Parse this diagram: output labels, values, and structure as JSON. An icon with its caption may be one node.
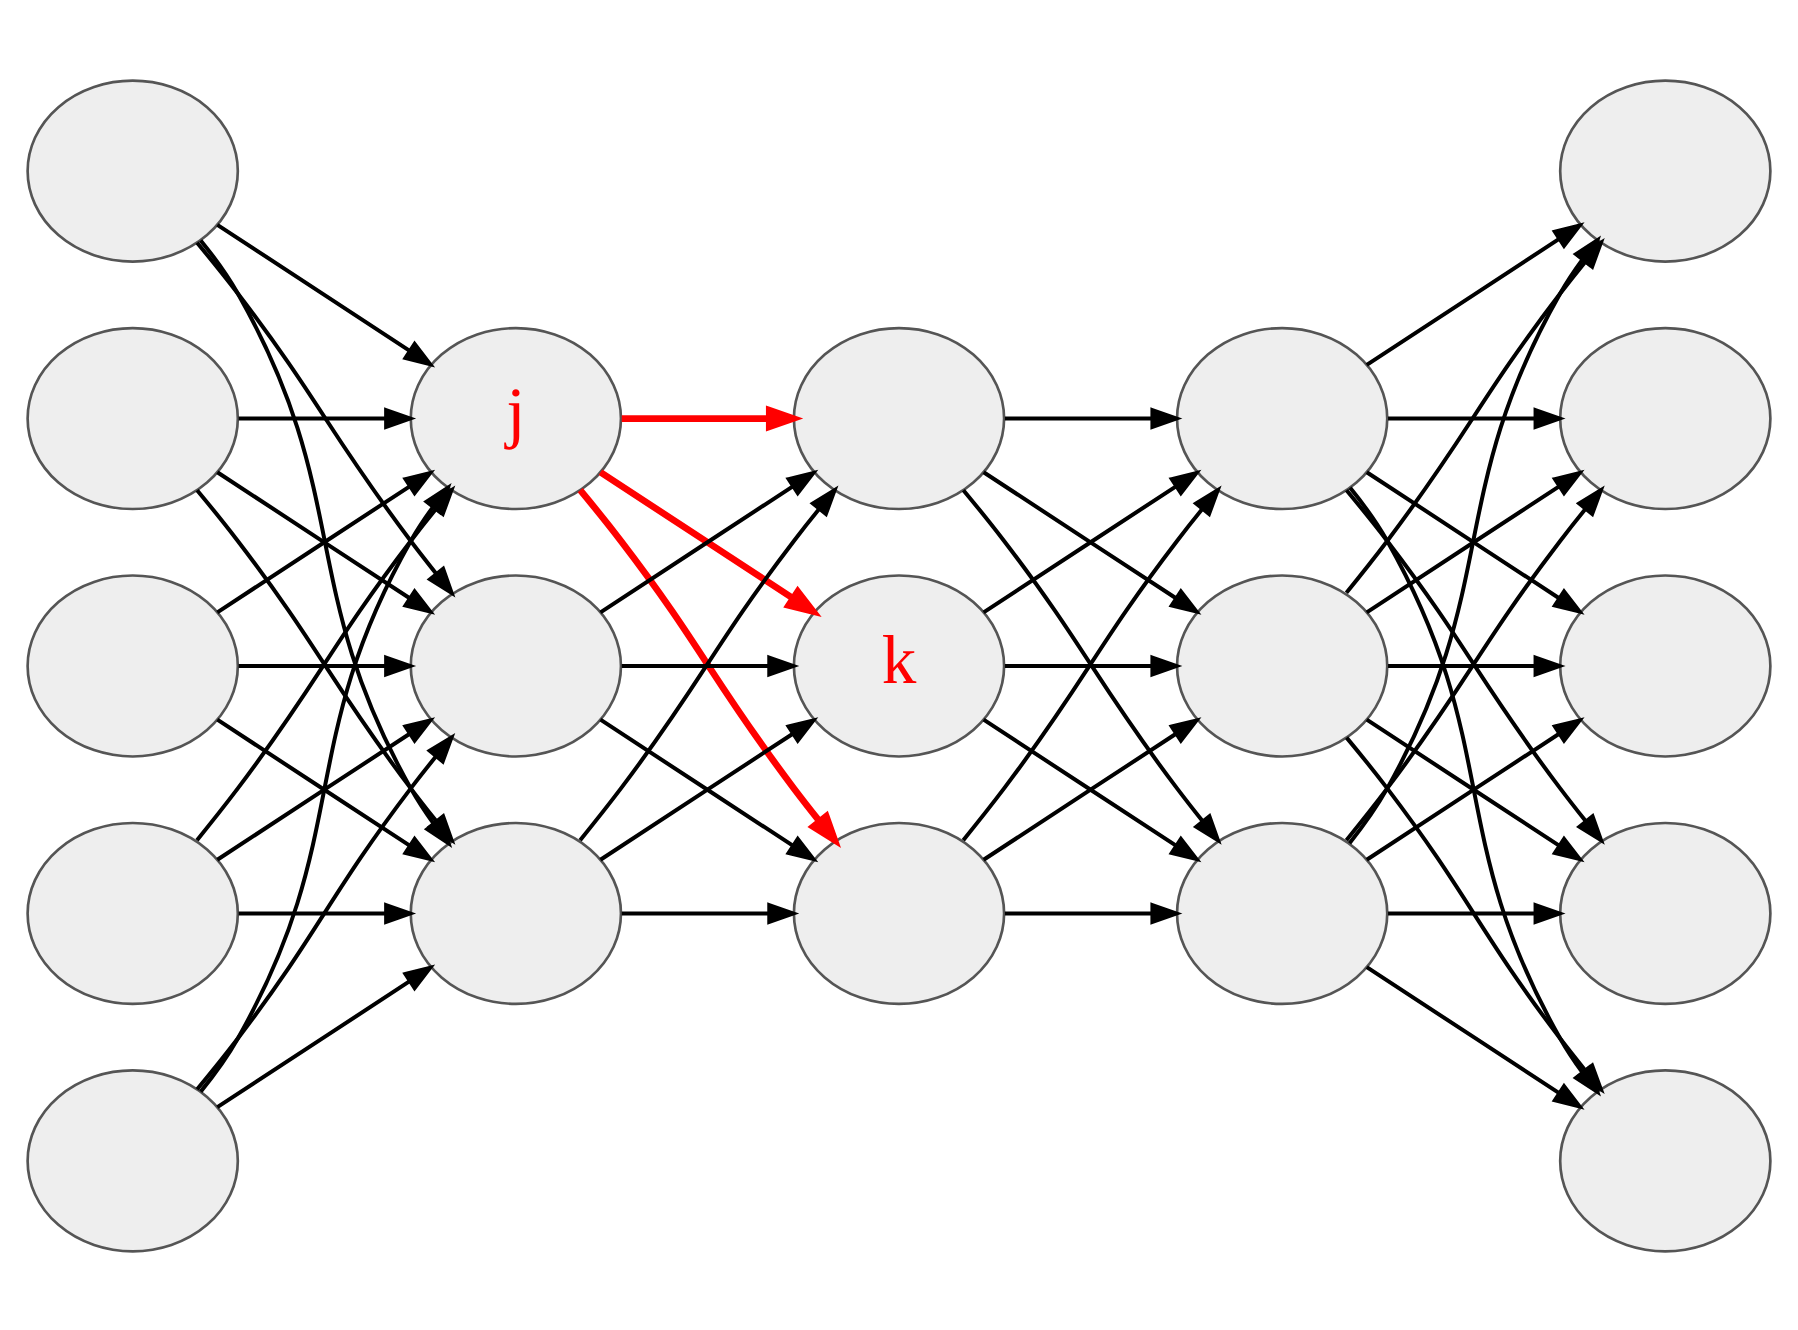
{
  "diagram": {
    "nodes": [
      {
        "text": [],
        "shape": "ellipse"
      },
      {
        "text": [],
        "shape": "ellipse"
      },
      {
        "text": [],
        "shape": "ellipse"
      },
      {
        "text": [],
        "shape": "ellipse"
      },
      {
        "text": [],
        "shape": "ellipse"
      },
      {
        "text": [
          "j"
        ]
      },
      {
        "text": [],
        "shape": "ellipse"
      },
      {
        "text": [],
        "shape": "ellipse"
      },
      {
        "text": [],
        "shape": "ellipse"
      },
      {
        "text": [
          "k"
        ]
      },
      {
        "text": [],
        "shape": "ellipse"
      },
      {
        "text": [],
        "shape": "ellipse"
      },
      {
        "text": [],
        "shape": "ellipse"
      },
      {
        "text": [],
        "shape": "ellipse"
      },
      {
        "text": [],
        "shape": "ellipse"
      },
      {
        "text": [],
        "shape": "ellipse"
      },
      {
        "text": [],
        "shape": "ellipse"
      },
      {
        "text": [],
        "shape": "ellipse"
      },
      {
        "text": [],
        "shape": "ellipse"
      }
    ],
    "edges": [
      {
        "from": 0,
        "to": 5,
        "arrow": "to"
      },
      {
        "from": 0,
        "to": 6,
        "arrow": "to"
      },
      {
        "from": 0,
        "to": 7,
        "arrow": "to"
      },
      {
        "from": 1,
        "to": 5,
        "arrow": "to"
      },
      {
        "from": 1,
        "to": 6,
        "arrow": "to"
      },
      {
        "from": 1,
        "to": 7,
        "arrow": "to"
      },
      {
        "from": 2,
        "to": 5,
        "arrow": "to"
      },
      {
        "from": 2,
        "to": 6,
        "arrow": "to"
      },
      {
        "from": 2,
        "to": 7,
        "arrow": "to"
      },
      {
        "from": 3,
        "to": 5,
        "arrow": "to"
      },
      {
        "from": 3,
        "to": 6,
        "arrow": "to"
      },
      {
        "from": 3,
        "to": 7,
        "arrow": "to"
      },
      {
        "from": 4,
        "to": 5,
        "arrow": "to"
      },
      {
        "from": 4,
        "to": 6,
        "arrow": "to"
      },
      {
        "from": 4,
        "to": 7,
        "arrow": "to"
      },
      {
        "from": 5,
        "to": 8,
        "arrow": "to",
        "color": "#ff0000"
      },
      {
        "from": 5,
        "to": 9,
        "arrow": "to",
        "color": "#ff0000"
      },
      {
        "from": 5,
        "to": 10,
        "arrow": "to",
        "color": "#ff0000"
      },
      {
        "from": 6,
        "to": 8,
        "arrow": "to"
      },
      {
        "from": 6,
        "to": 9,
        "arrow": "to"
      },
      {
        "from": 6,
        "to": 10,
        "arrow": "to"
      },
      {
        "from": 7,
        "to": 8,
        "arrow": "to"
      },
      {
        "from": 7,
        "to": 9,
        "arrow": "to"
      },
      {
        "from": 7,
        "to": 10,
        "arrow": "to"
      },
      {
        "from": 8,
        "to": 11,
        "arrow": "to"
      },
      {
        "from": 8,
        "to": 12,
        "arrow": "to"
      },
      {
        "from": 8,
        "to": 13,
        "arrow": "to"
      },
      {
        "from": 9,
        "to": 11,
        "arrow": "to"
      },
      {
        "from": 9,
        "to": 12,
        "arrow": "to"
      },
      {
        "from": 9,
        "to": 13,
        "arrow": "to"
      },
      {
        "from": 10,
        "to": 11,
        "arrow": "to"
      },
      {
        "from": 10,
        "to": 12,
        "arrow": "to"
      },
      {
        "from": 10,
        "to": 13,
        "arrow": "to"
      },
      {
        "from": 11,
        "to": 14,
        "arrow": "to"
      },
      {
        "from": 11,
        "to": 15,
        "arrow": "to"
      },
      {
        "from": 11,
        "to": 16,
        "arrow": "to"
      },
      {
        "from": 11,
        "to": 17,
        "arrow": "to"
      },
      {
        "from": 11,
        "to": 18,
        "arrow": "to"
      },
      {
        "from": 12,
        "to": 14,
        "arrow": "to"
      },
      {
        "from": 12,
        "to": 15,
        "arrow": "to"
      },
      {
        "from": 12,
        "to": 16,
        "arrow": "to"
      },
      {
        "from": 12,
        "to": 17,
        "arrow": "to"
      },
      {
        "from": 12,
        "to": 18,
        "arrow": "to"
      },
      {
        "from": 13,
        "to": 14,
        "arrow": "to"
      },
      {
        "from": 13,
        "to": 15,
        "arrow": "to"
      },
      {
        "from": 13,
        "to": 16,
        "arrow": "to"
      },
      {
        "from": 13,
        "to": 17,
        "arrow": "to"
      },
      {
        "from": 13,
        "to": 18,
        "arrow": "to"
      }
    ]
  }
}
